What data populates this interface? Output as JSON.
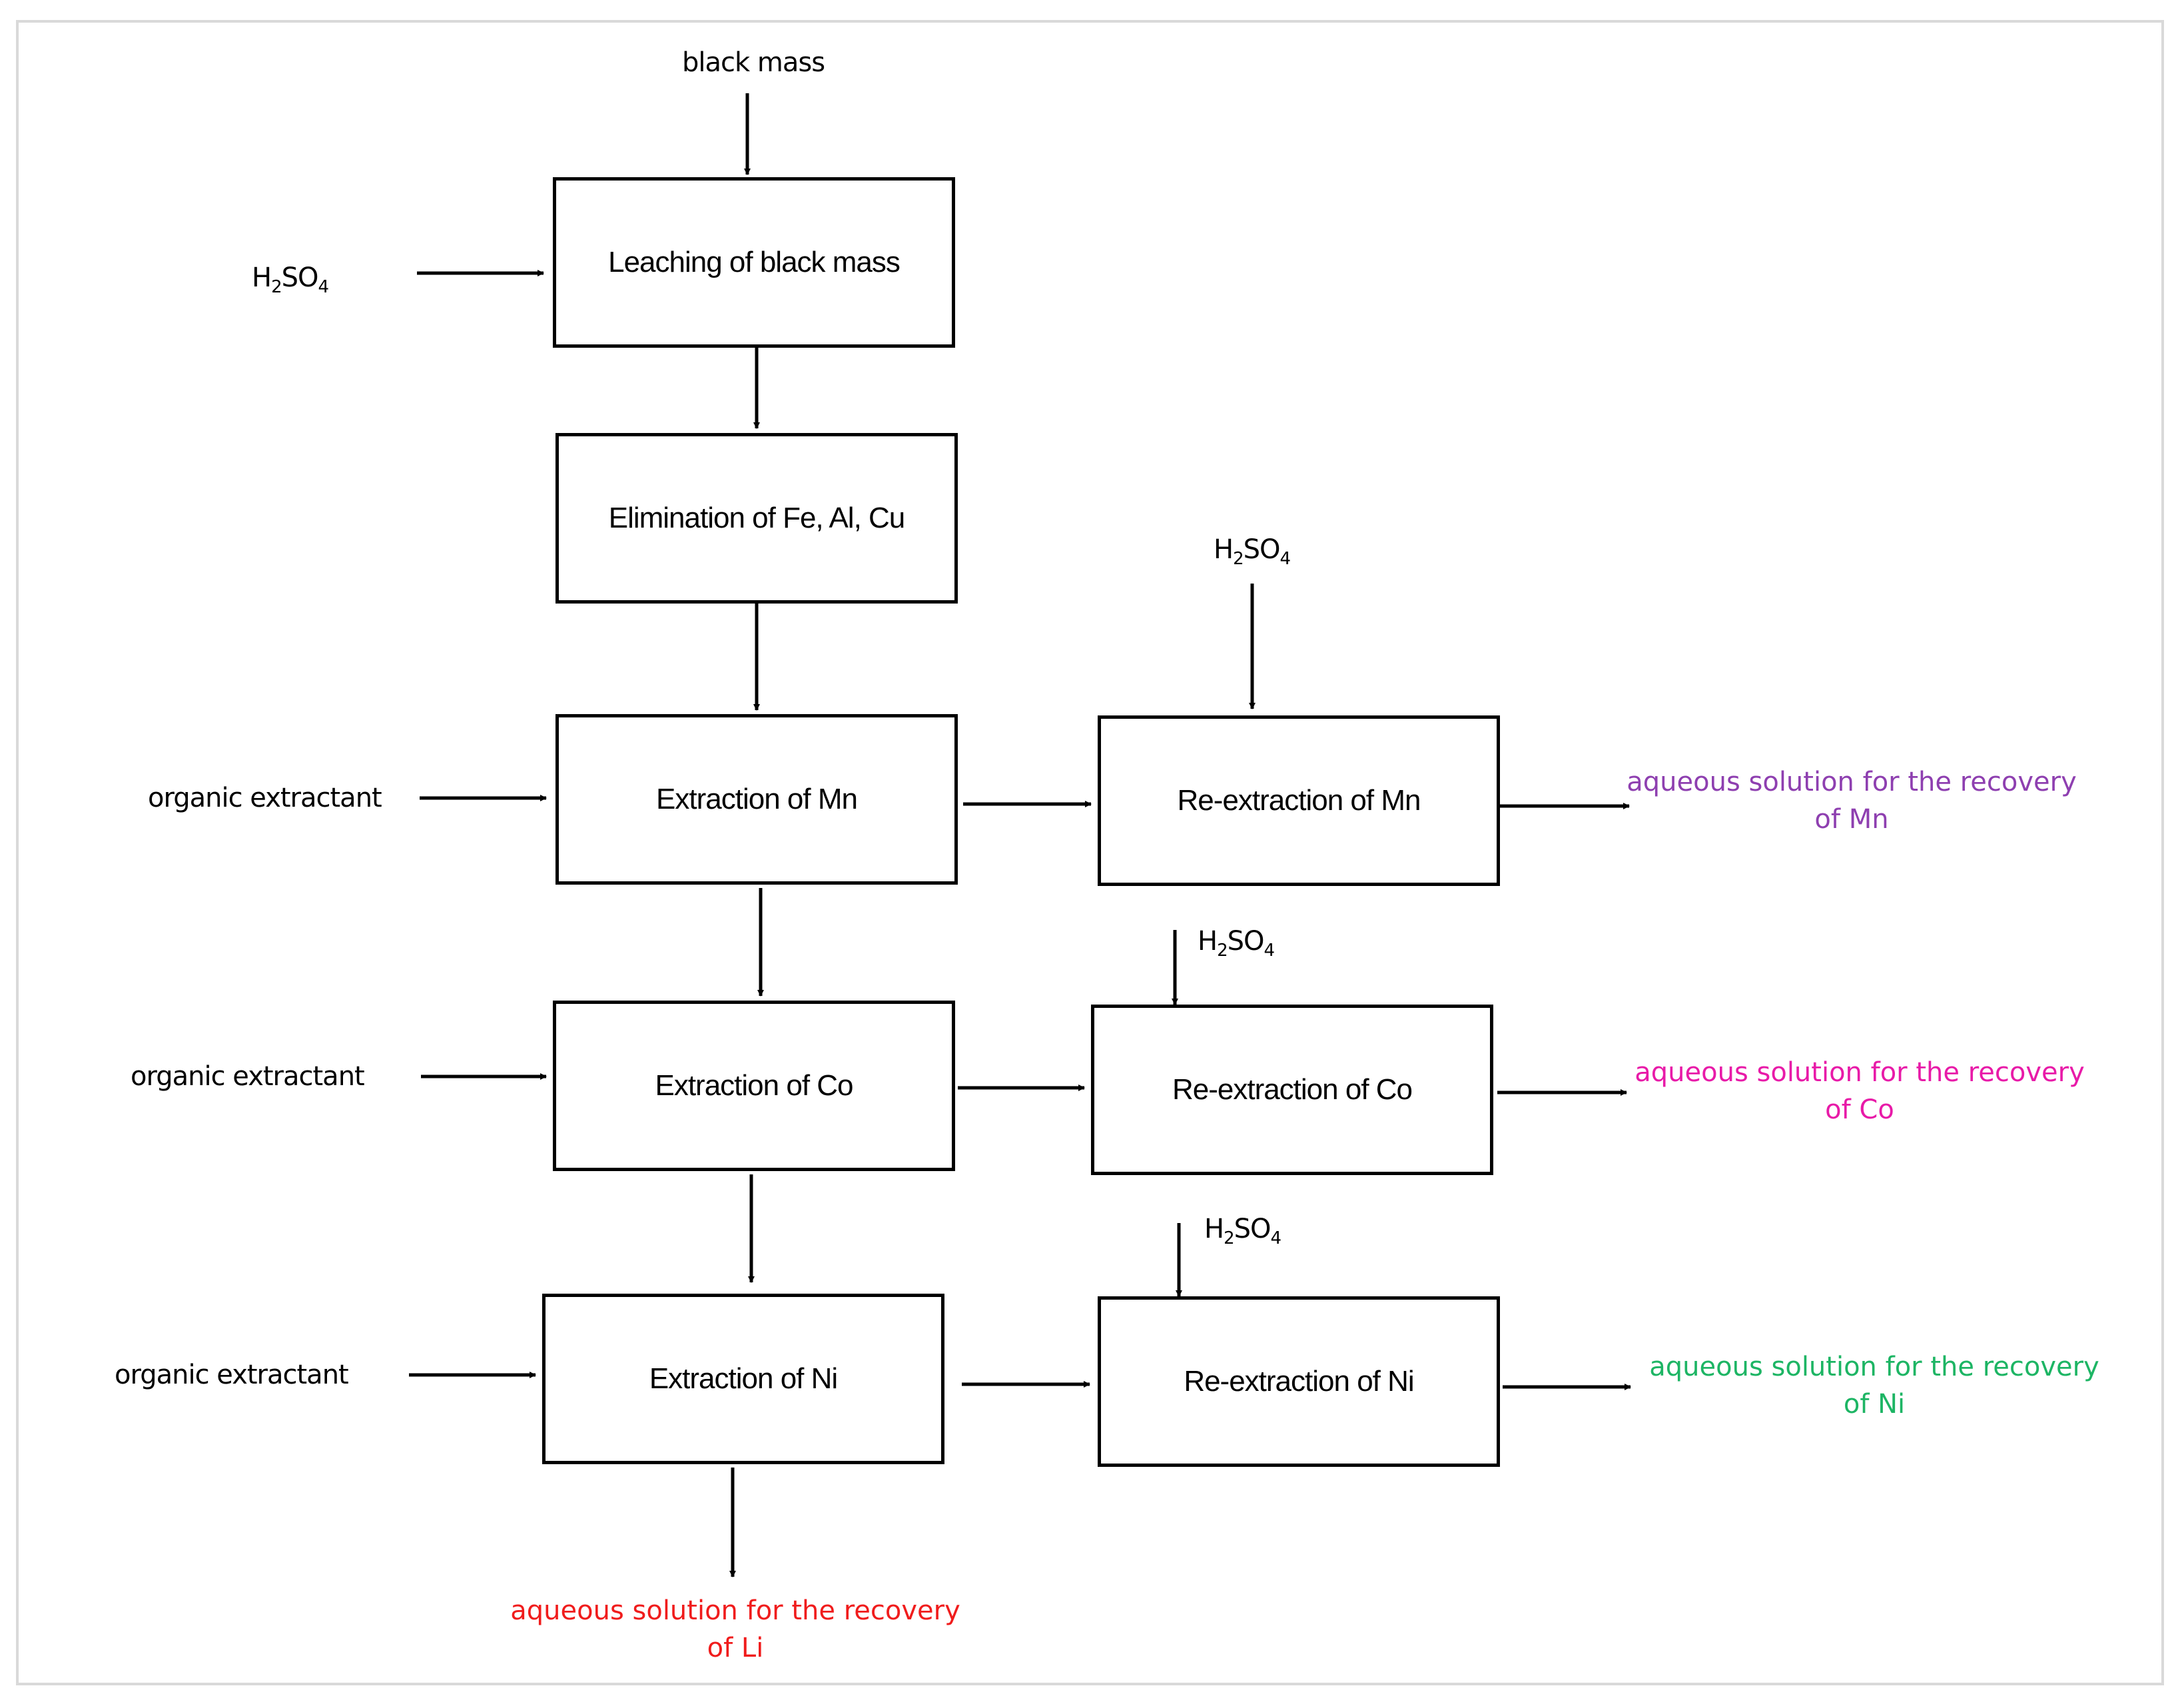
{
  "input": "black mass",
  "reagent": {
    "base": "H",
    "sub1": "2",
    "mid": "SO",
    "sub2": "4"
  },
  "organic": "organic extractant",
  "boxes": {
    "leaching": "Leaching of black mass",
    "elimination": "Elimination of Fe, Al, Cu",
    "extract_mn": "Extraction of Mn",
    "extract_co": "Extraction of Co",
    "extract_ni": "Extraction of Ni",
    "reextract_mn": "Re-extraction of Mn",
    "reextract_co": "Re-extraction of Co",
    "reextract_ni": "Re-extraction of Ni"
  },
  "outputs": {
    "mn": {
      "line1": "aqueous solution for the recovery",
      "line2": "of Mn",
      "color": "#8e3fb0"
    },
    "co": {
      "line1": "aqueous solution for the recovery",
      "line2": "of Co",
      "color": "#e81aa8"
    },
    "ni": {
      "line1": "aqueous solution for the recovery",
      "line2": "of Ni",
      "color": "#1db564"
    },
    "li": {
      "line1": "aqueous solution for the recovery",
      "line2": "of Li",
      "color": "#f01c1c"
    }
  }
}
